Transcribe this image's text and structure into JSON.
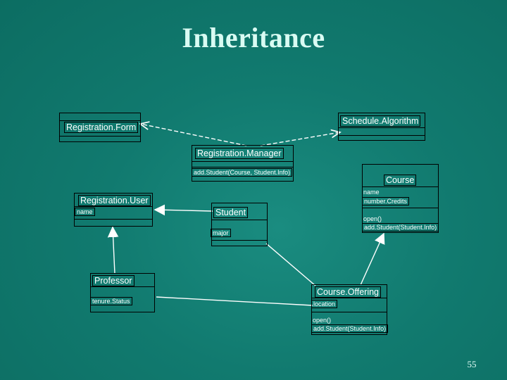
{
  "slide": {
    "title": "Inheritance",
    "number": "55"
  },
  "classes": {
    "registration_form": {
      "name": "Registration.Form"
    },
    "schedule_algorithm": {
      "name": "Schedule.Algorithm"
    },
    "registration_manager": {
      "name": "Registration.Manager",
      "operations": [
        "add.Student(Course, Student.Info)"
      ]
    },
    "course": {
      "name": "Course",
      "attributes": [
        "name",
        "number.Credits"
      ],
      "operations": [
        "open()",
        "add.Student(Student.Info)"
      ]
    },
    "registration_user": {
      "name": "Registration.User",
      "attributes": [
        "name"
      ]
    },
    "student": {
      "name": "Student",
      "attributes": [
        "major"
      ]
    },
    "professor": {
      "name": "Professor",
      "attributes": [
        "tenure.Status"
      ]
    },
    "course_offering": {
      "name": "Course.Offering",
      "attributes": [
        "location"
      ],
      "operations": [
        "open()",
        "add.Student(Student.Info)"
      ]
    }
  },
  "colors": {
    "background": "#0f7a6e",
    "title": "#d9fbf3",
    "line": "#ffffff",
    "box_border": "#000000"
  }
}
